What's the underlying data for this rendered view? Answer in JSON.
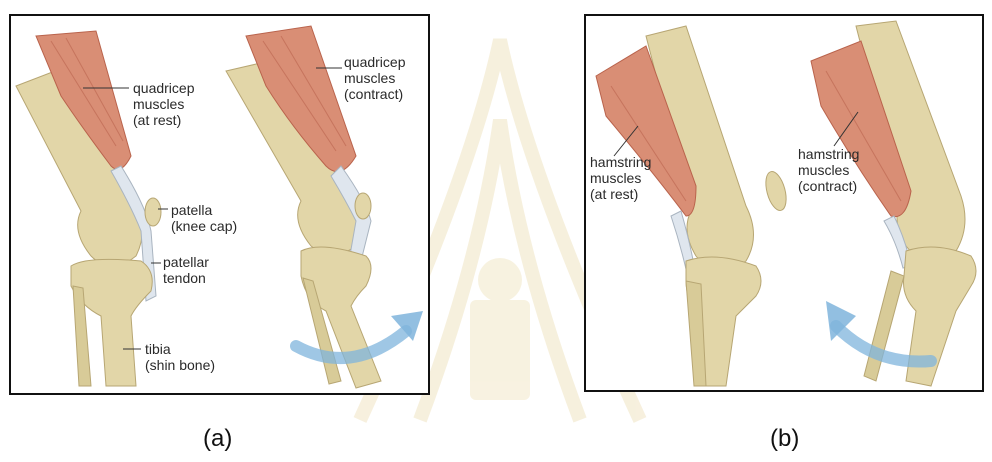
{
  "panels": {
    "a": {
      "caption": "(a)",
      "labels": {
        "quad_rest": [
          "quadricep",
          "muscles",
          "(at rest)"
        ],
        "quad_contract": [
          "quadricep",
          "muscles",
          "(contract)"
        ],
        "patella": [
          "patella",
          "(knee cap)"
        ],
        "tendon": [
          "patellar",
          "tendon"
        ],
        "tibia": [
          "tibia",
          "(shin bone)"
        ]
      }
    },
    "b": {
      "caption": "(b)",
      "labels": {
        "ham_rest": [
          "hamstring",
          "muscles",
          "(at rest)"
        ],
        "ham_contract": [
          "hamstring",
          "muscles",
          "(contract)"
        ]
      }
    }
  },
  "colors": {
    "bone": "#e2d6a8",
    "bone_shade": "#b7a673",
    "muscle": "#d98e75",
    "muscle_dark": "#b9634c",
    "tendon": "#dfe6ee",
    "arrow": "#7fb4dc",
    "border": "#111111",
    "watermark": "#f3ead0"
  }
}
